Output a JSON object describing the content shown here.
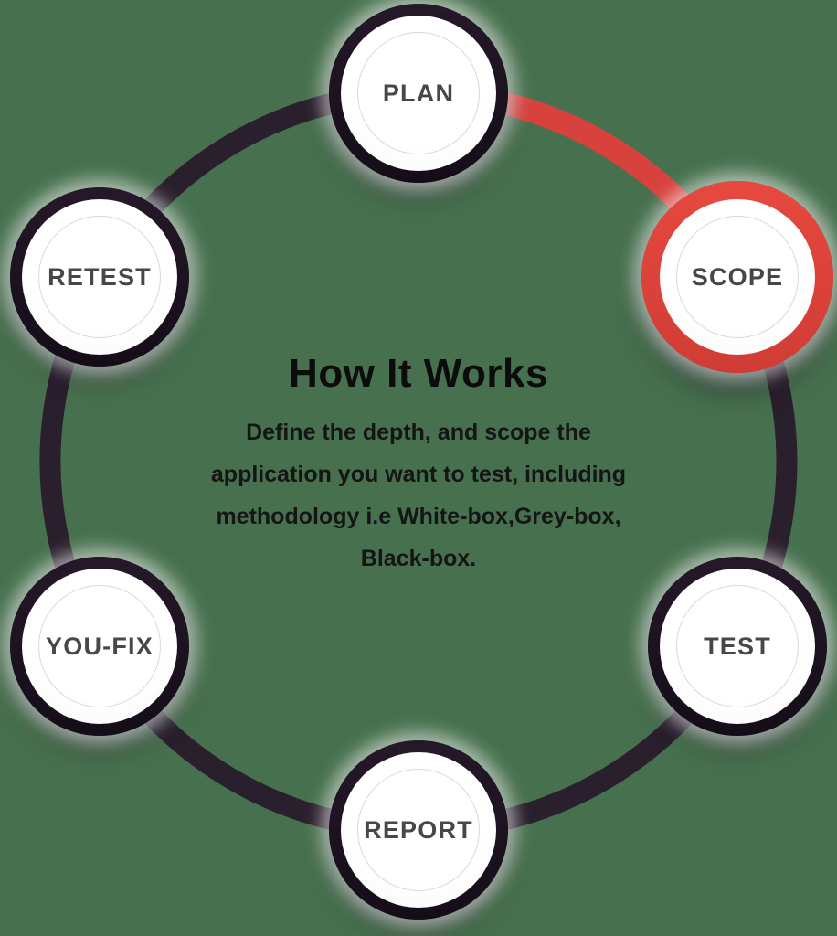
{
  "diagram": {
    "title": "How It Works",
    "description": "Define the depth, and scope the\napplication you want to test, including\nmethodology i.e White-box,Grey-box,\nBlack-box.",
    "active_step": "SCOPE"
  },
  "nodes": [
    {
      "label": "PLAN",
      "state": "default"
    },
    {
      "label": "SCOPE",
      "state": "active"
    },
    {
      "label": "TEST",
      "state": "default"
    },
    {
      "label": "REPORT",
      "state": "default"
    },
    {
      "label": "YOU-FIX",
      "state": "default"
    },
    {
      "label": "RETEST",
      "state": "default"
    }
  ],
  "colors": {
    "background": "#47714e",
    "ring_dark": "#2a1f2d",
    "accent_red": "#d8423d",
    "active_ring_red": "#e2453c",
    "node_ring_dark": "#1f1421",
    "label_gray": "#474747",
    "title_black": "#0c0c0c",
    "inner_outline_gray": "#d9d9d9"
  }
}
